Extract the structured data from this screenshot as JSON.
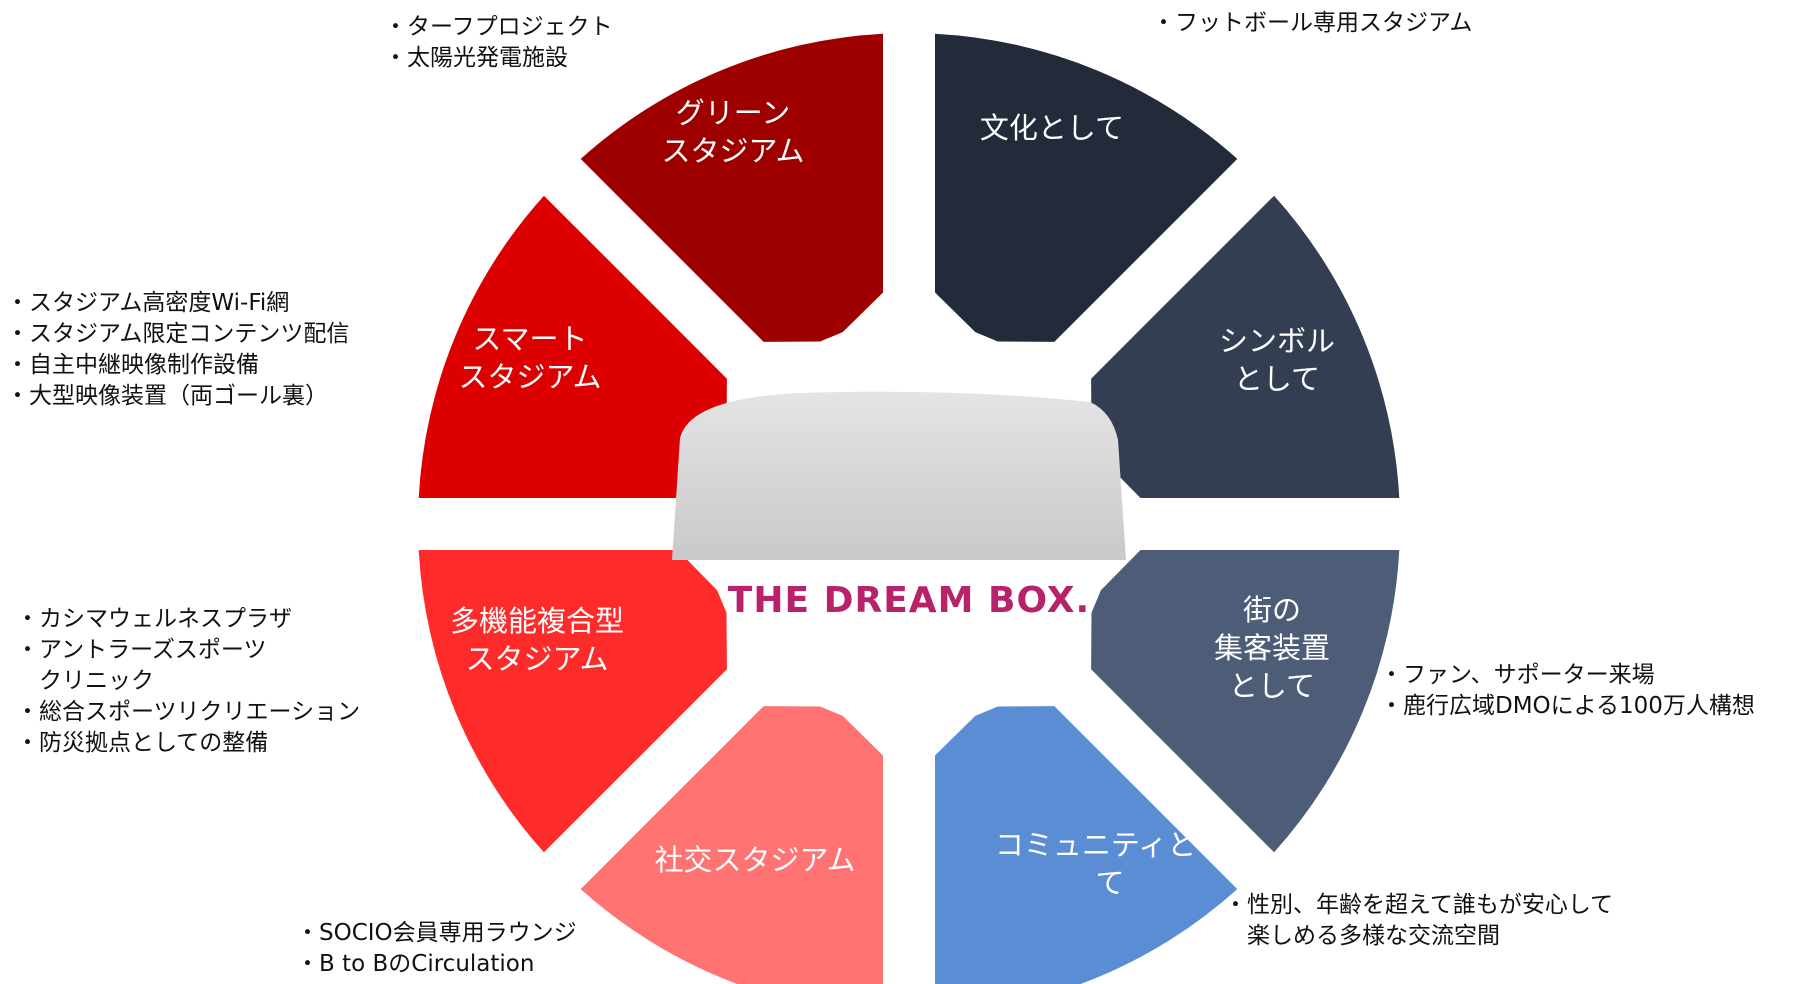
{
  "center": {
    "title": "THE DREAM BOX."
  },
  "segments": [
    {
      "id": "culture",
      "label_lines": [
        "文化として"
      ],
      "color": "#232b3b"
    },
    {
      "id": "symbol",
      "label_lines": [
        "シンボル",
        "として"
      ],
      "color": "#333e52"
    },
    {
      "id": "town",
      "label_lines": [
        "街の",
        "集客装置",
        "として"
      ],
      "color": "#4d5c77"
    },
    {
      "id": "community",
      "label_lines": [
        "コミュニティとし",
        "て"
      ],
      "color": "#5a8dd4"
    },
    {
      "id": "social",
      "label_lines": [
        "社交スタジアム"
      ],
      "color": "#ff7373"
    },
    {
      "id": "multi",
      "label_lines": [
        "多機能複合型",
        "スタジアム"
      ],
      "color": "#ff2b2b"
    },
    {
      "id": "smart",
      "label_lines": [
        "スマート",
        "スタジアム"
      ],
      "color": "#dd0000"
    },
    {
      "id": "green",
      "label_lines": [
        "グリーン",
        "スタジアム"
      ],
      "color": "#9e0000"
    }
  ],
  "notes": {
    "green": [
      "・ターフプロジェクト",
      "・太陽光発電施設"
    ],
    "culture": [
      "・フットボール専用スタジアム"
    ],
    "smart": [
      "・スタジアム高密度Wi-Fi網",
      "・スタジアム限定コンテンツ配信",
      "・自主中継映像制作設備",
      "・大型映像装置（両ゴール裏）"
    ],
    "multi": [
      "・カシマウェルネスプラザ",
      "・アントラーズスポーツ",
      "　クリニック",
      "・総合スポーツリクリエーション",
      "・防災拠点としての整備"
    ],
    "town": [
      "・ファン、サポーター来場",
      "・鹿行広域DMOによる100万人構想"
    ],
    "community": [
      "・性別、年齢を超えて誰もが安心して",
      "　楽しめる多様な交流空間"
    ],
    "social": [
      "・SOCIO会員専用ラウンジ",
      "・B to BのCirculation"
    ]
  }
}
